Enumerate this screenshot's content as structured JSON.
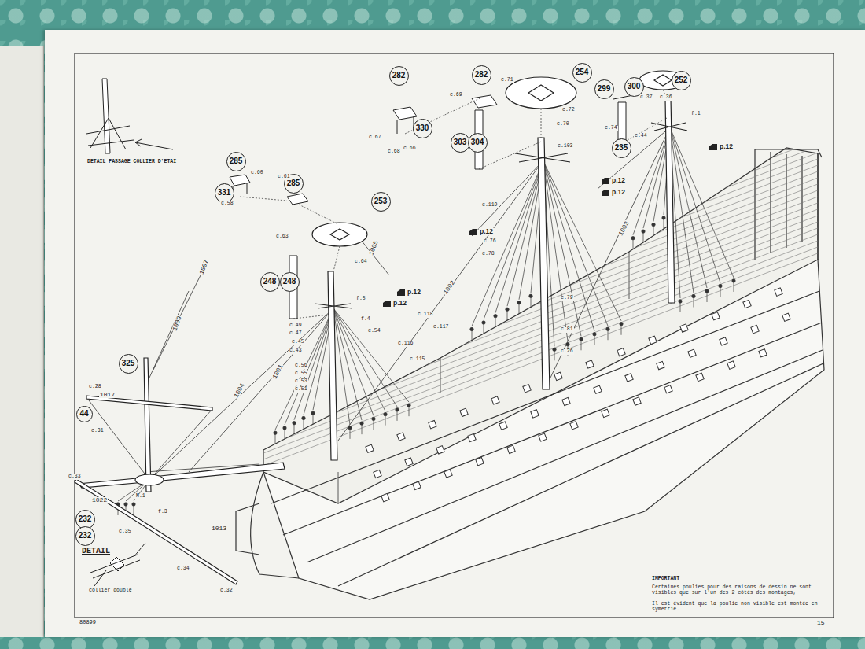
{
  "diagram": {
    "nodes": [
      {
        "text": [
          "285"
        ]
      },
      {
        "text": [
          "331"
        ]
      },
      {
        "text": [
          "282"
        ]
      },
      {
        "text": [
          "330"
        ]
      },
      {
        "text": [
          "282"
        ]
      },
      {
        "text": [
          "254"
        ]
      },
      {
        "text": [
          "303"
        ]
      },
      {
        "text": [
          "304"
        ]
      },
      {
        "text": [
          "299"
        ]
      },
      {
        "text": [
          "300"
        ]
      },
      {
        "text": [
          "252"
        ]
      },
      {
        "text": [
          "235"
        ]
      },
      {
        "text": [
          "285"
        ]
      },
      {
        "text": [
          "253"
        ]
      },
      {
        "text": [
          "248"
        ]
      },
      {
        "text": [
          "248"
        ]
      },
      {
        "text": [
          "325"
        ]
      },
      {
        "text": [
          "44"
        ]
      },
      {
        "text": [
          "232"
        ]
      },
      {
        "text": [
          "232"
        ]
      }
    ],
    "labels": [
      "DETAIL PASSAGE COLLIER D'ETAI",
      "DETAIL",
      "collier double",
      "IMPORTANT",
      "Certaines poulies pour des raisons de dessin ne sont visibles que sur l'un des 2 côtés des montages,",
      "Il est évident que la poulie non visible est montée en symétrie.",
      "80899",
      "15",
      "p.12",
      "p.12",
      "p.12",
      "p.12",
      "p.12",
      "p.12",
      "1001",
      "1002",
      "1005",
      "1003",
      "1004",
      "1007",
      "1009",
      "1013",
      "1017",
      "1022",
      "M.1",
      "c.28",
      "c.31",
      "c.33",
      "c.35",
      "c.34",
      "c.32",
      "f.3",
      "c.56",
      "c.55",
      "c.53",
      "c.51",
      "c.49",
      "c.47",
      "c.45",
      "c.43",
      "f.5",
      "f.4",
      "c.54",
      "c.116",
      "c.115",
      "c.118",
      "c.117",
      "c.58",
      "c.60",
      "c.61",
      "c.63",
      "c.64",
      "c.66",
      "c.67",
      "c.68",
      "c.69",
      "c.71",
      "c.70",
      "c.72",
      "c.74",
      "c.36",
      "c.37",
      "c.103",
      "c.119",
      "c.76",
      "c.78",
      "c.79",
      "c.81",
      "c.26",
      "f.1",
      "c.44"
    ]
  }
}
